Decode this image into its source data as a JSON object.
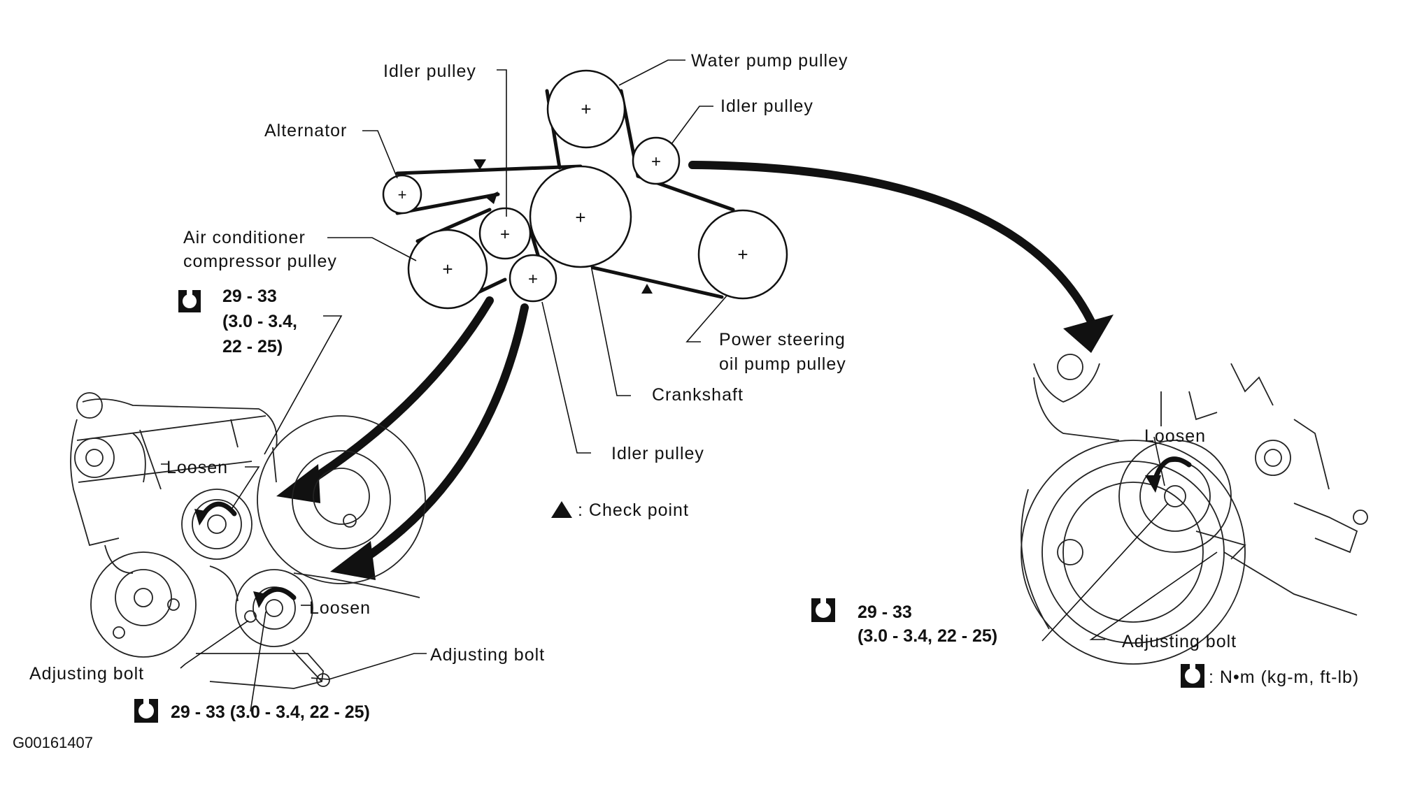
{
  "labels": {
    "water_pump": "Water pump pulley",
    "idler_top_left": "Idler pulley",
    "idler_top_right": "Idler pulley",
    "alternator": "Alternator",
    "ac_line1": "Air conditioner",
    "ac_line2": "compressor pulley",
    "ps_line1": "Power steering",
    "ps_line2": "oil pump pulley",
    "crankshaft": "Crankshaft",
    "idler_lower": "Idler pulley",
    "check_point": ": Check point",
    "loosen_1": "Loosen",
    "loosen_2": "Loosen",
    "loosen_3": "Loosen",
    "adj_bolt_left": "Adjusting bolt",
    "adj_bolt_mid": "Adjusting bolt",
    "adj_bolt_right": "Adjusting bolt",
    "units_legend": ": N•m (kg-m, ft-lb)"
  },
  "torque": {
    "ac_line1": "29  -  33",
    "ac_line2": "(3.0  -  3.4,",
    "ac_line3": "22  -  25)",
    "bottom": "29  -  33  (3.0  -  3.4,  22  -  25)",
    "right_line1": "29  -  33",
    "right_line2": "(3.0  -  3.4,  22  -  25)"
  },
  "figure_id": "G00161407",
  "pulley_mark": "+",
  "icons": [
    "torque-wrench-icon",
    "check-point-triangle-icon",
    "rotation-arrow-icon"
  ]
}
